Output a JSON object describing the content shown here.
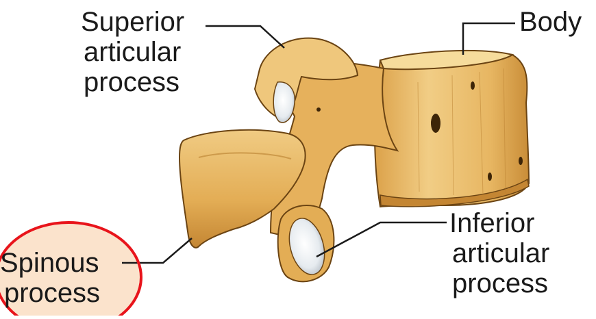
{
  "labels": {
    "superior_articular_process": [
      "Superior",
      "articular",
      "process"
    ],
    "body": "Body",
    "inferior_articular_process": [
      "Inferior",
      "articular",
      "process"
    ],
    "spinous_process": [
      "Spinous",
      "process"
    ]
  },
  "colors": {
    "bone_fill": "#e8b65c",
    "bone_light": "#f6dc9c",
    "bone_shadow": "#b98030",
    "bone_outline": "#6b4413",
    "cartilage": "#eef2f5",
    "leader_line": "#1a1a1a",
    "highlight_ring": "#e8141b",
    "highlight_fill": "#fbe3cc"
  },
  "highlight": "spinous_process"
}
